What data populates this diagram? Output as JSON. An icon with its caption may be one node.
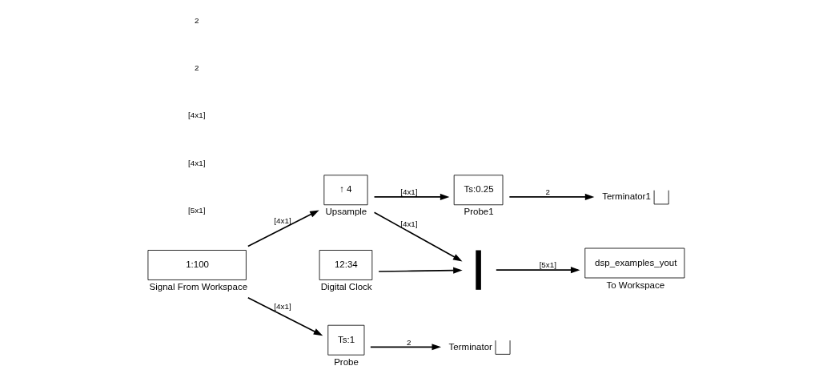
{
  "diagram": {
    "nodes": [
      {
        "text": [
          "1:100"
        ],
        "beside": [
          "Signal From Workspace"
        ]
      },
      {
        "text": [
          "↑ 4"
        ],
        "beside": [
          "Upsample"
        ]
      },
      {
        "text": [
          "12:34"
        ],
        "beside": [
          "Digital Clock"
        ]
      },
      {
        "text": [],
        "shape": "bar"
      },
      {
        "text": [
          "dsp_examples_yout"
        ],
        "beside": [
          "To Workspace"
        ]
      },
      {
        "text": [
          "Ts:1"
        ],
        "beside": [
          "Probe"
        ]
      },
      {
        "text": [
          "Ts:0.25"
        ],
        "beside": [
          "Probe1"
        ]
      },
      {
        "text": [
          "Terminator"
        ]
      },
      {
        "text": [
          "Terminator1"
        ]
      }
    ],
    "edges": [
      {
        "from": 0,
        "to": 1,
        "arrow": "to",
        "label": "[4x1]"
      },
      {
        "from": 0,
        "to": 5,
        "arrow": "to",
        "label": "[4x1]"
      },
      {
        "from": 1,
        "to": 3,
        "arrow": "to",
        "label": "[4x1]"
      },
      {
        "from": 1,
        "to": 6,
        "arrow": "to",
        "label": "[4x1]"
      },
      {
        "from": 2,
        "to": 3,
        "arrow": "to"
      },
      {
        "from": 3,
        "to": 4,
        "arrow": "to",
        "label": "[5x1]"
      },
      {
        "from": 5,
        "to": 7,
        "arrow": "to",
        "label": "2"
      },
      {
        "from": 6,
        "to": 8,
        "arrow": "to",
        "label": "2"
      }
    ],
    "labels": [
      "[5x1]",
      "[4x1]",
      "[4x1]",
      "2",
      "2"
    ]
  }
}
